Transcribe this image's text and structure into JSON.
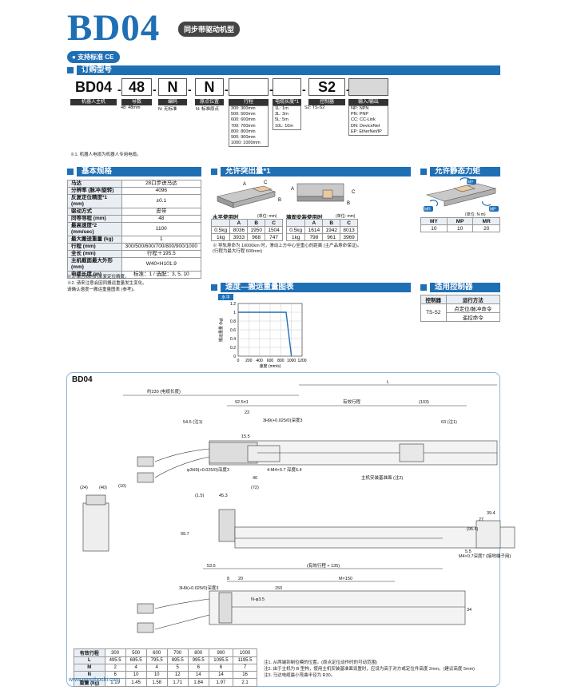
{
  "header": {
    "title": "BD04",
    "subtitle": "同步带驱动机型",
    "support": "支持标准 CE"
  },
  "order": {
    "heading": "订购型号",
    "codes": [
      "BD04",
      "48",
      "N",
      "N",
      "",
      "",
      "S2",
      ""
    ],
    "labels": [
      "机器人主机",
      "导数",
      "编码",
      "原点位置",
      "行程",
      "电缆长度*1",
      "控制器",
      "输入/输出"
    ],
    "items": {
      "lead": "48: 48mm",
      "encoder": "N: 无标准",
      "origin": "N: 标准原点",
      "strokes": [
        "300: 300mm",
        "500: 500mm",
        "600: 600mm",
        "700: 700mm",
        "800: 800mm",
        "900: 900mm",
        "1000: 1000mm"
      ],
      "cables": [
        "1L: 1m",
        "3L: 3m",
        "5L: 5m",
        "10L: 10m"
      ],
      "controller": "S2: TS-S2",
      "io": [
        "NP: NPN",
        "PN: PNP",
        "CC: CC-Link",
        "DN: DeviceNet",
        "EP: EtherNet/IP"
      ]
    },
    "note": "※1. 机器人电缆为机器人专用电缆。"
  },
  "spec": {
    "heading": "基本规格",
    "rows": [
      [
        "马达",
        "28口步进马达"
      ],
      [
        "分辨率 (脉冲/旋转)",
        "4096"
      ],
      [
        "反复定位精度*1 (mm)",
        "±0.1"
      ],
      [
        "驱动方式",
        "皮带"
      ],
      [
        "同等导程 (mm)",
        "48"
      ],
      [
        "最高速度*2 (mm/sec)",
        "1100"
      ],
      [
        "最大搬送重量 (kg)",
        "1"
      ],
      [
        "行程 (mm)",
        "300/500/600/700/800/900/1000"
      ],
      [
        "全长 (mm)",
        "行程＋195.5"
      ],
      [
        "主机截面最大外形 (mm)",
        "W40×H101.9"
      ],
      [
        "电缆长度 (m)",
        "标准：1 / 选配：3, 5, 10"
      ]
    ],
    "notes": [
      "※1. 单方向时的反复定位精度。",
      "※2. 请来注意会因同搬运重量发生变化。",
      "   请确认速度一搬运重量图表 (参考)。"
    ]
  },
  "overhang": {
    "heading": "允许突出量*1",
    "horiz": {
      "title": "水平使用时",
      "unit": "(单位: mm)",
      "cols": [
        "",
        "A",
        "B",
        "C"
      ],
      "rows": [
        [
          "0.5kg",
          "8036",
          "1950",
          "1504"
        ],
        [
          "1kg",
          "3933",
          "968",
          "747"
        ]
      ]
    },
    "wall": {
      "title": "墙面安装使用时",
      "unit": "(单位: mm)",
      "cols": [
        "",
        "A",
        "B",
        "C"
      ],
      "rows": [
        [
          "0.5kg",
          "1614",
          "1942",
          "8013"
        ],
        [
          "1kg",
          "798",
          "961",
          "3969"
        ]
      ]
    },
    "notes": [
      "※ 导轨寿命为 10000km 时，滑动上方中心至重心的距离 (主产品寿命保证)。",
      "  (行程为最大行程 600mm)"
    ],
    "labels": [
      "A",
      "B",
      "C"
    ]
  },
  "moment": {
    "heading": "允许静态力矩",
    "cols": [
      "MY",
      "MP",
      "MR"
    ],
    "values": [
      "10",
      "10",
      "20"
    ],
    "unit": "(单位: N·m)",
    "labels": [
      "MY",
      "MR",
      "MP"
    ]
  },
  "speedchart": {
    "heading": "速度—搬运重量图表",
    "tag": "水平"
  },
  "chart_data": {
    "type": "line",
    "xlabel": "速度 (mm/s)",
    "ylabel": "搬运重量 (kg)",
    "xlim": [
      0,
      1200
    ],
    "ylim": [
      0,
      1.2
    ],
    "xticks": [
      "0",
      "200",
      "400",
      "600",
      "800",
      "1000",
      "1200"
    ],
    "yticks": [
      "0",
      "0.2",
      "0.4",
      "0.6",
      "0.8",
      "1",
      "1.2"
    ],
    "series": [
      {
        "x": [
          0,
          900,
          1000,
          1000
        ],
        "y": [
          1,
          1,
          0,
          0
        ]
      }
    ]
  },
  "controllers": {
    "heading": "适用控制器",
    "cols": [
      "控制器",
      "运行方法"
    ],
    "row": [
      "TS-S2",
      "点定位/脉冲命令"
    ],
    "row2": "遥控命令"
  },
  "drawing": {
    "label": "BD04",
    "dims": [
      "约230 (电缆长度)",
      "L",
      "92.5±1",
      "有效行程",
      "(103)",
      "54.5 (注1)",
      "63 (注1)",
      "3H9(+0.025/0)深度3",
      "23",
      "40",
      "4-M4×0.7 深度6.4",
      "主机安装基准面 (注2)",
      "(72)",
      "15.5",
      "φ3H9(+0.025/0)深度3",
      "(24)",
      "(40)",
      "(1.5)",
      "45.3",
      "(10)",
      "99.7",
      "53.5",
      "(有效行程 + 135)",
      "M4×0.7深度7 (接地端子用)",
      "39.4",
      "27",
      "8",
      "20",
      "150",
      "M×150",
      "N-φ3.5",
      "3H9(+0.025/0)深度3",
      "34",
      "5.5",
      "(95.4)"
    ],
    "table": {
      "header": [
        "有效行程",
        "300",
        "500",
        "600",
        "700",
        "800",
        "900",
        "1000"
      ],
      "rows": [
        [
          "L",
          "495.5",
          "695.5",
          "795.5",
          "895.5",
          "995.5",
          "1095.5",
          "1195.5"
        ],
        [
          "M",
          "2",
          "4",
          "4",
          "5",
          "6",
          "6",
          "7"
        ],
        [
          "N",
          "6",
          "10",
          "10",
          "12",
          "14",
          "14",
          "16"
        ],
        [
          "重量 (kg)",
          "1.19",
          "1.45",
          "1.58",
          "1.71",
          "1.84",
          "1.97",
          "2.1"
        ]
      ]
    },
    "notes": [
      "注1. 从两端到制位模的位置。(原点定位动作时的可动范围)",
      "注2. 由于主机为 B 型构，使用主机安装基准面设置时，应设为高于对方或定位件高度 2mm。(建议高度 5mm)",
      "注3. 马达电缆最小弯曲半径为 R30。"
    ]
  },
  "watermark": "www.gongboshi.com"
}
